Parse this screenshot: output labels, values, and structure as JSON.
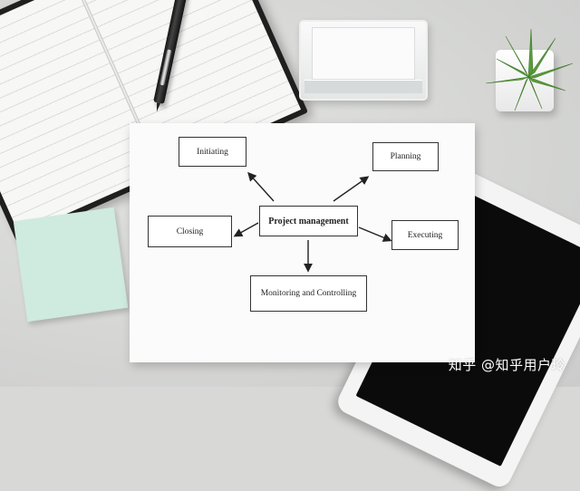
{
  "diagram": {
    "center": "Project management",
    "nodes": {
      "initiating": "Initiating",
      "planning": "Planning",
      "closing": "Closing",
      "executing": "Executing",
      "monitoring": "Monitoring and Controlling"
    }
  },
  "watermark": "知乎 @知乎用户玲",
  "colors": {
    "desk": "#d8d9d7",
    "paper": "#fbfbfb",
    "sticky": "#cfeadf",
    "tablet_screen": "#0b0b0b",
    "plant": "#5a9a3c"
  },
  "icons": [
    "notebook",
    "pen",
    "card-holder",
    "plant-pot",
    "sticky-note",
    "tablet"
  ]
}
